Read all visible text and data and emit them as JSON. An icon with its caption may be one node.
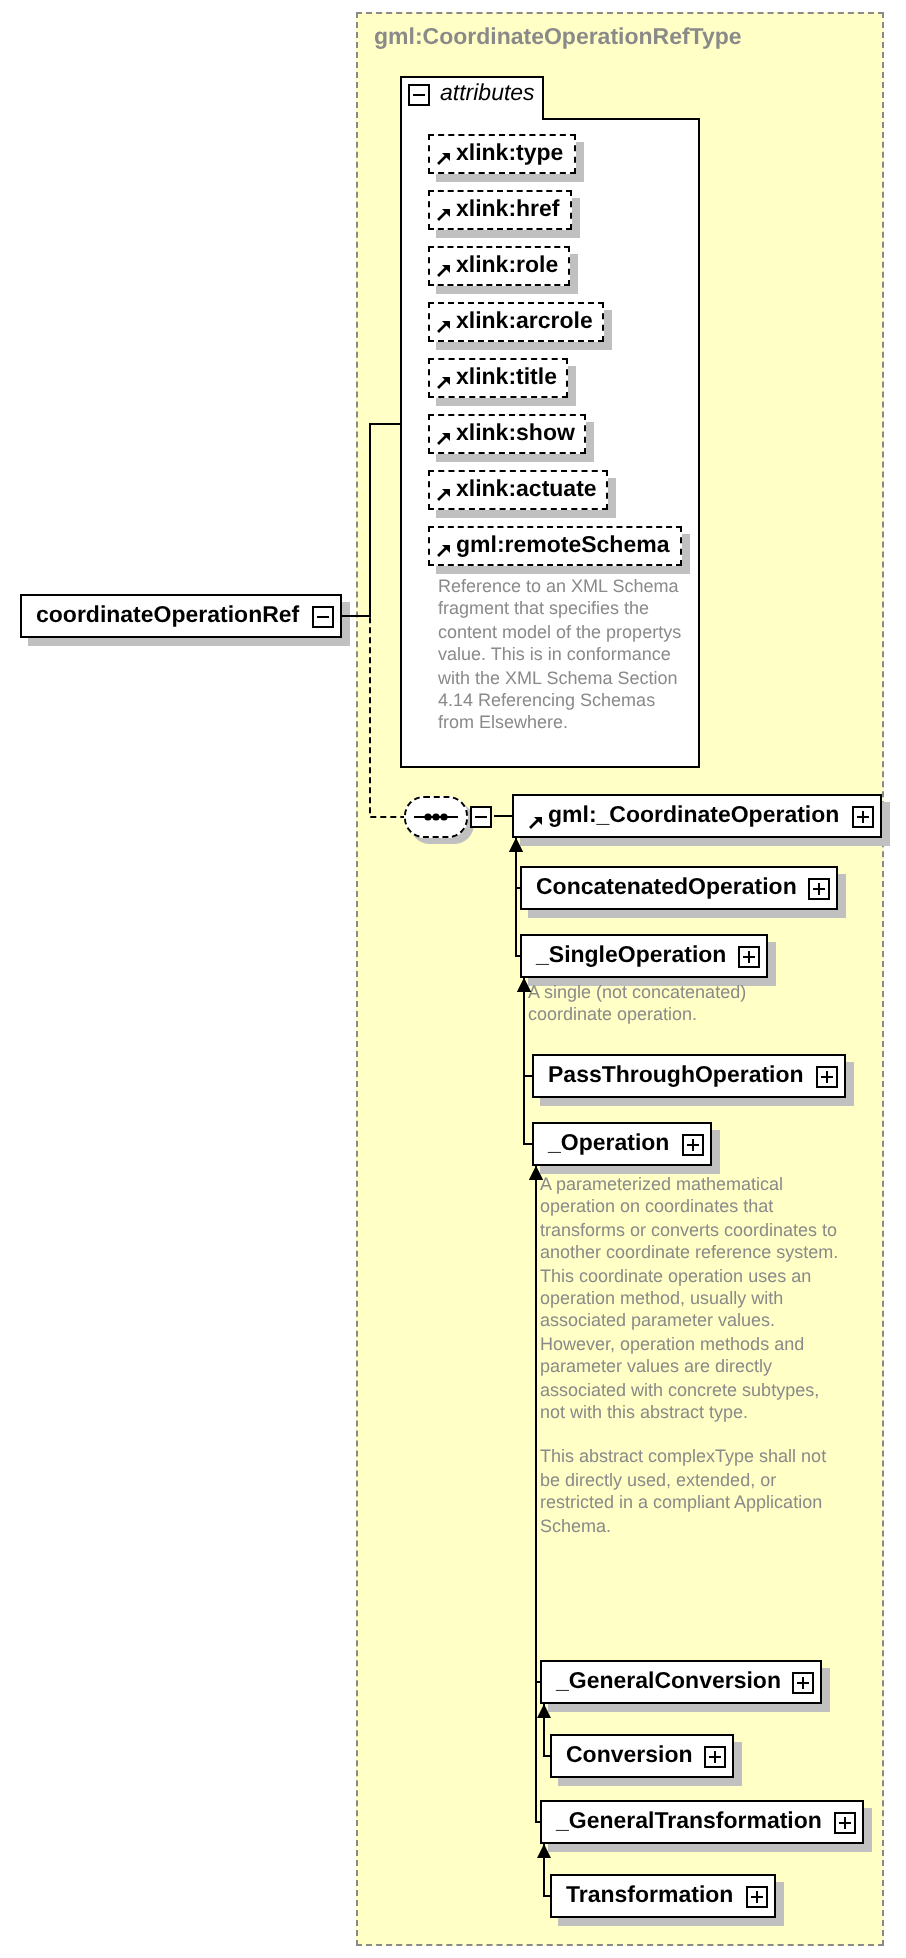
{
  "diagram": {
    "nodes": [
      {
        "text": [
          "coordinateOperationRef"
        ]
      },
      {
        "text": [
          "gml:CoordinateOperationRefType"
        ]
      },
      {
        "text": [
          "attributes"
        ],
        "in": 1
      },
      {
        "text": [
          "xlink:type"
        ],
        "in": 2
      },
      {
        "text": [
          "xlink:href"
        ],
        "in": 2
      },
      {
        "text": [
          "xlink:role"
        ],
        "in": 2
      },
      {
        "text": [
          "xlink:arcrole"
        ],
        "in": 2
      },
      {
        "text": [
          "xlink:title"
        ],
        "in": 2
      },
      {
        "text": [
          "xlink:show"
        ],
        "in": 2
      },
      {
        "text": [
          "xlink:actuate"
        ],
        "in": 2
      },
      {
        "text": [
          "gml:remoteSchema"
        ],
        "in": 2,
        "beside": [
          "Reference to an XML Schema fragment that specifies the content model of the propertys value. This is in conformance with the XML Schema Section 4.14 Referencing Schemas from Elsewhere."
        ]
      },
      {
        "text": [],
        "shape": "oval",
        "in": 1
      },
      {
        "text": [
          "gml:_CoordinateOperation"
        ],
        "in": 1
      },
      {
        "text": [
          "ConcatenatedOperation"
        ],
        "in": 1
      },
      {
        "text": [
          "_SingleOperation"
        ],
        "in": 1,
        "beside": [
          "A single (not concatenated) coordinate operation."
        ]
      },
      {
        "text": [
          "PassThroughOperation"
        ],
        "in": 1
      },
      {
        "text": [
          "_Operation"
        ],
        "in": 1,
        "beside": [
          "A parameterized mathematical operation on coordinates that transforms or converts coordinates to another coordinate reference system. This coordinate operation uses an operation method, usually with associated parameter values. However, operation methods and parameter values are directly associated with concrete subtypes, not with this abstract type.",
          "This abstract complexType shall not be directly used, extended, or restricted in a compliant Application Schema."
        ]
      },
      {
        "text": [
          "_GeneralConversion"
        ],
        "in": 1
      },
      {
        "text": [
          "Conversion"
        ],
        "in": 1
      },
      {
        "text": [
          "_GeneralTransformation"
        ],
        "in": 1
      },
      {
        "text": [
          "Transformation"
        ],
        "in": 1
      }
    ],
    "edges": [
      {
        "from": 0,
        "to": 2,
        "arrow": "none"
      },
      {
        "from": 0,
        "to": 11,
        "arrow": "none",
        "style": "dashed"
      },
      {
        "from": 11,
        "to": 12,
        "arrow": "none"
      },
      {
        "from": 13,
        "to": 12,
        "arrow": "to"
      },
      {
        "from": 14,
        "to": 12,
        "arrow": "to"
      },
      {
        "from": 15,
        "to": 14,
        "arrow": "to"
      },
      {
        "from": 16,
        "to": 14,
        "arrow": "to"
      },
      {
        "from": 17,
        "to": 16,
        "arrow": "to"
      },
      {
        "from": 19,
        "to": 16,
        "arrow": "to"
      },
      {
        "from": 18,
        "to": 17,
        "arrow": "to"
      },
      {
        "from": 20,
        "to": 19,
        "arrow": "to"
      }
    ]
  }
}
